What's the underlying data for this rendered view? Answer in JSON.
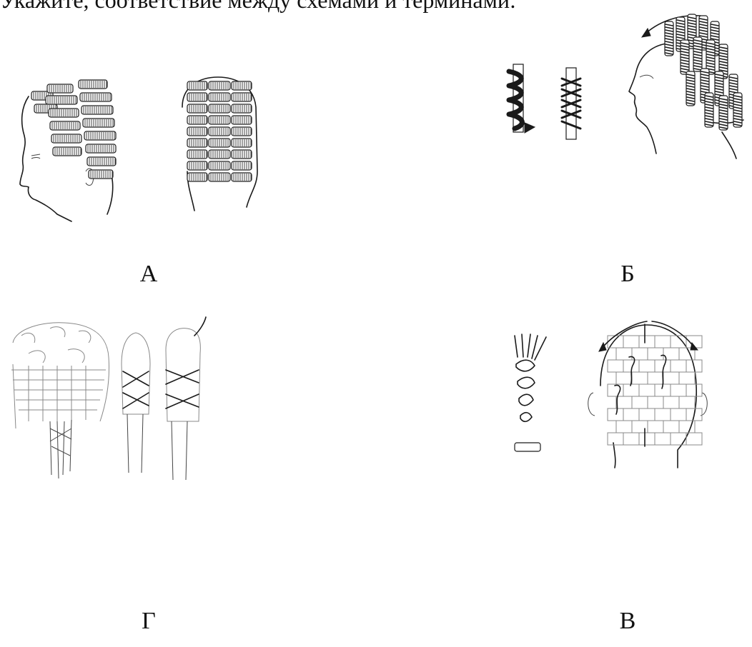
{
  "heading": "Укажите, соответствие между схемами и терминами:",
  "panels": {
    "a": {
      "label": "А"
    },
    "b": {
      "label": "Б"
    },
    "g": {
      "label": "Г"
    },
    "v": {
      "label": "В"
    }
  },
  "colors": {
    "ink": "#1a1a1a",
    "paper": "#ffffff"
  }
}
